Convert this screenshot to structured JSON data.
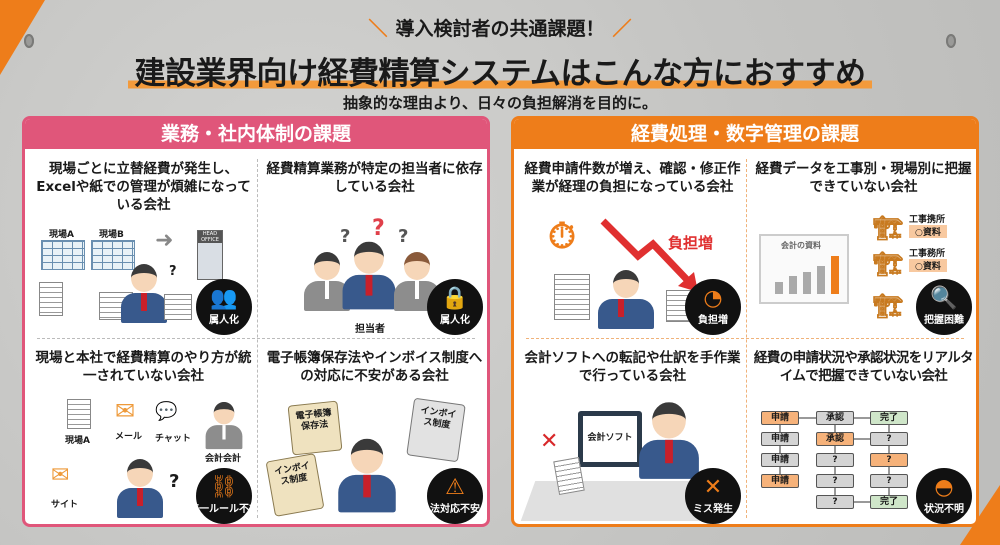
{
  "header": {
    "kicker": "導入検討者の共通課題！",
    "title": "建設業界向け経費精算システムはこんな方におすすめ",
    "subtitle": "抽象的な理由より、日々の負担解消を目的に。"
  },
  "colors": {
    "pink": "#e0567a",
    "orange": "#ee7d1a",
    "badge": "#111111"
  },
  "left": {
    "title": "業務・社内体制の課題",
    "cells": [
      {
        "title": "現場ごとに立替経費が発生し、Excelや紙での管理が煩雑になっている会社",
        "labels": [
          "現場A",
          "現場B",
          "HEAD OFFICE"
        ],
        "badge": {
          "icon": "people-icon",
          "label": "属人化"
        }
      },
      {
        "title": "経費精算業務が特定の担当者に依存している会社",
        "labels": [
          "担当者"
        ],
        "badge": {
          "icon": "lock-icon",
          "label": "属人化"
        }
      },
      {
        "title": "現場と本社で経費精算のやり方が統一されていない会社",
        "labels": [
          "現場A",
          "メール",
          "チャット",
          "会計会計",
          "サイト"
        ],
        "badge": {
          "icon": "broken-link-icon",
          "label": "統一ルール不在"
        }
      },
      {
        "title": "電子帳簿保存法やインボイス制度への対応に不安がある会社",
        "labels": [
          "電子帳簿保存法",
          "インボイス制度",
          "インボイス制度"
        ],
        "badge": {
          "icon": "warning-icon",
          "label": "法対応不安"
        }
      }
    ]
  },
  "right": {
    "title": "経費処理・数字管理の課題",
    "cells": [
      {
        "title": "経費申請件数が増え、確認・修正作業が経理の負担になっている会社",
        "labels": [
          "負担増"
        ],
        "badge": {
          "icon": "clock-icon",
          "label": "負担増"
        }
      },
      {
        "title": "経費データを工事別・現場別に把握できていない会社",
        "labels": [
          "会計の資料",
          "工事携所",
          "○資料",
          "工事務所",
          "○資料"
        ],
        "badge": {
          "icon": "magnifier-icon",
          "label": "把握困難"
        }
      },
      {
        "title": "会計ソフトへの転記や仕訳を手作業で行っている会社",
        "labels": [
          "会計ソフト"
        ],
        "badge": {
          "icon": "x-icon",
          "label": "ミス発生"
        }
      },
      {
        "title": "経費の申請状況や承認状況をリアルタイムで把握できていない会社",
        "flow": [
          {
            "t": "申請",
            "k": "o",
            "c": 0,
            "r": 0
          },
          {
            "t": "申請",
            "k": "g",
            "c": 0,
            "r": 1
          },
          {
            "t": "申請",
            "k": "g",
            "c": 0,
            "r": 2
          },
          {
            "t": "申請",
            "k": "o",
            "c": 0,
            "r": 3
          },
          {
            "t": "承認",
            "k": "g",
            "c": 1,
            "r": 0
          },
          {
            "t": "承認",
            "k": "o",
            "c": 1,
            "r": 1
          },
          {
            "t": "?",
            "k": "g",
            "c": 1,
            "r": 2
          },
          {
            "t": "?",
            "k": "g",
            "c": 1,
            "r": 3
          },
          {
            "t": "?",
            "k": "g",
            "c": 1,
            "r": 4
          },
          {
            "t": "完了",
            "k": "gr",
            "c": 2,
            "r": 0
          },
          {
            "t": "?",
            "k": "g",
            "c": 2,
            "r": 1
          },
          {
            "t": "?",
            "k": "o",
            "c": 2,
            "r": 2
          },
          {
            "t": "?",
            "k": "g",
            "c": 2,
            "r": 3
          },
          {
            "t": "完了",
            "k": "gr",
            "c": 2,
            "r": 4
          }
        ],
        "badge": {
          "icon": "blindfold-icon",
          "label": "状況不明"
        }
      }
    ]
  }
}
